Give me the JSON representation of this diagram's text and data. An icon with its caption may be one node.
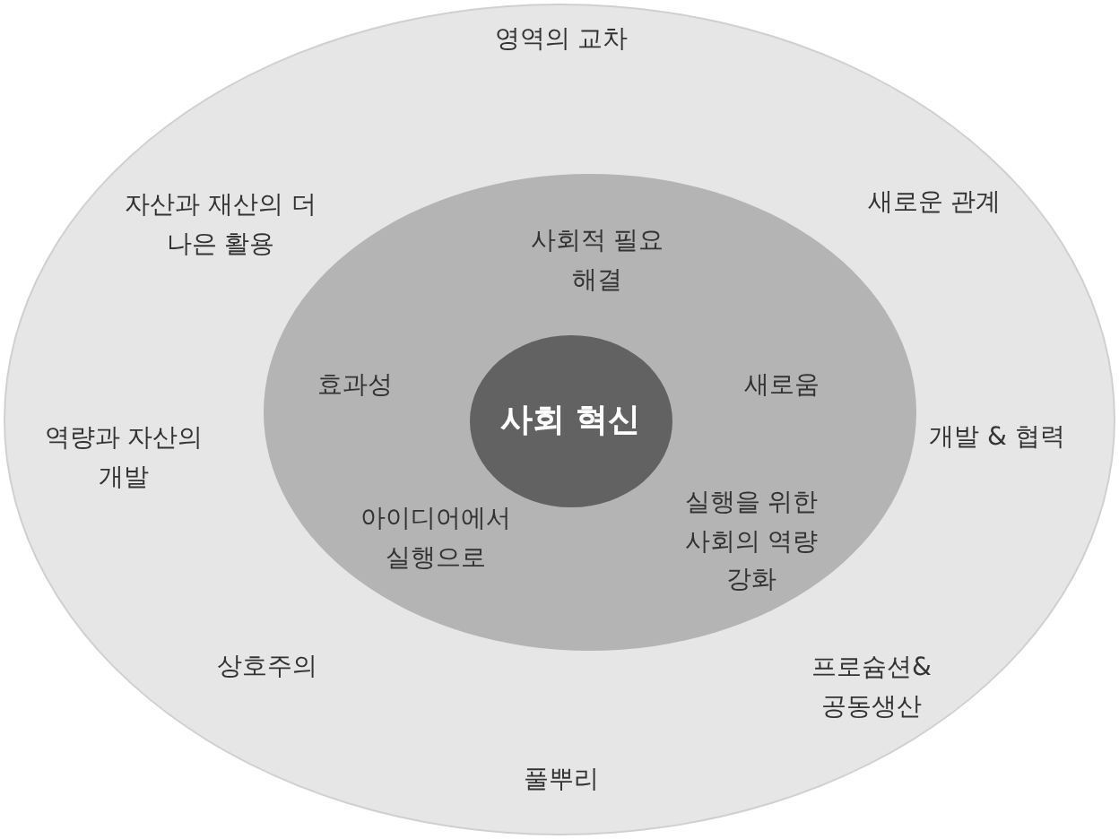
{
  "diagram": {
    "nodes": [
      {
        "text": [
          "영역의 교차",
          "자산과 재산의 더 나은 활용",
          "새로운 관계",
          "역량과 자산의 개발",
          "개발 & 협력",
          "상호주의",
          "프로슘션& 공동생산",
          "풀뿌리"
        ]
      },
      {
        "text": [
          "사회적 필요 해결",
          "효과성",
          "새로움",
          "아이디어에서 실행으로",
          "실행을 위한 사회의 역량 강화"
        ],
        "in": 0
      },
      {
        "text": [
          "사회 혁신"
        ],
        "in": 1
      }
    ]
  }
}
